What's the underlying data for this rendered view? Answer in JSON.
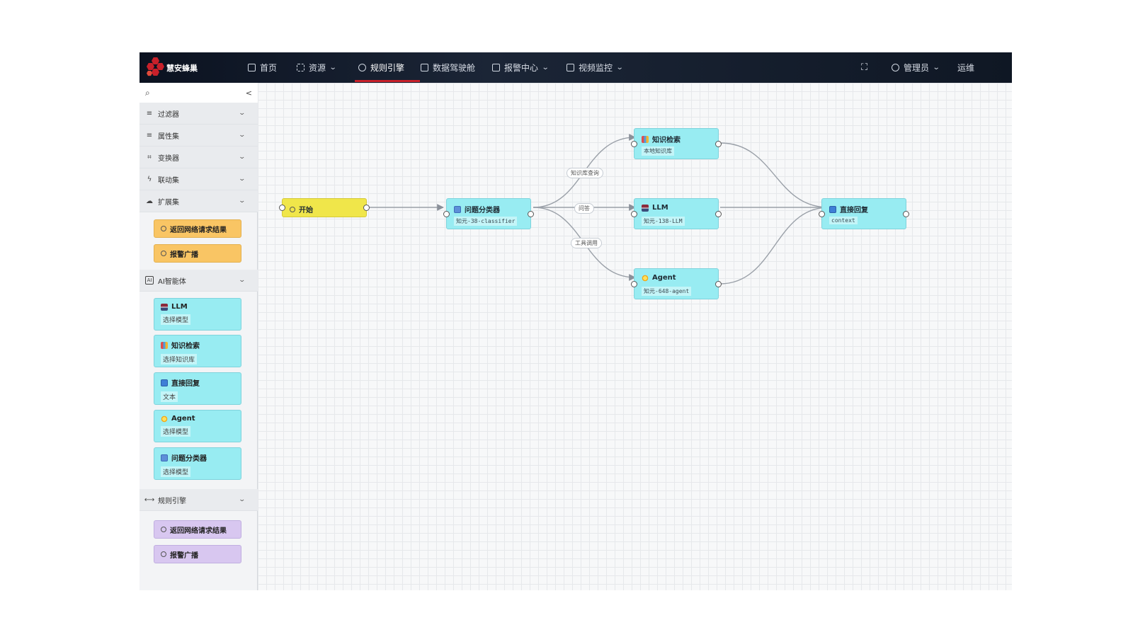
{
  "app": {
    "logo_text": "慧安蜂巢"
  },
  "nav": {
    "home": "首页",
    "resources": "资源",
    "rules": "规则引擎",
    "dashboard": "数据驾驶舱",
    "alarm": "报警中心",
    "video": "视频监控",
    "admin": "管理员",
    "ops": "运维",
    "active": "规则引擎",
    "accent_color": "#c8202a"
  },
  "sidebar": {
    "collapse_glyph": "<",
    "categories": [
      {
        "label": "过滤器",
        "icon": "filter-icon"
      },
      {
        "label": "属性集",
        "icon": "attributes-icon"
      },
      {
        "label": "变换器",
        "icon": "transform-icon"
      },
      {
        "label": "联动集",
        "icon": "lightning-icon"
      },
      {
        "label": "扩展集",
        "icon": "cloud-upload-icon"
      },
      {
        "label": "AI智能体",
        "icon": "ai-icon"
      },
      {
        "label": "规则引擎",
        "icon": "code-arrows-icon"
      }
    ],
    "extension_items": [
      "返回网络请求结果",
      "报警广播"
    ],
    "ai_items": [
      {
        "title": "LLM",
        "sub": "选择模型",
        "icon": "llm-icon"
      },
      {
        "title": "知识检索",
        "sub": "选择知识库",
        "icon": "books-icon"
      },
      {
        "title": "直接回复",
        "sub": "文本",
        "icon": "reply-icon"
      },
      {
        "title": "Agent",
        "sub": "选择模型",
        "icon": "agent-icon"
      },
      {
        "title": "问题分类器",
        "sub": "选择模型",
        "icon": "classifier-icon"
      }
    ],
    "rule_items": [
      "返回网络请求结果",
      "报警广播"
    ]
  },
  "flow": {
    "nodes": {
      "start": {
        "title": "开始"
      },
      "classifier": {
        "title": "问题分类器",
        "sub": "知元-38-classifier"
      },
      "knowledge": {
        "title": "知识检索",
        "sub": "本地知识库"
      },
      "llm": {
        "title": "LLM",
        "sub": "知元-138-LLM"
      },
      "agent": {
        "title": "Agent",
        "sub": "知元-648-agent"
      },
      "reply": {
        "title": "直接回复",
        "sub": "context"
      }
    },
    "edge_labels": {
      "to_knowledge": "知识库查询",
      "to_llm": "问答",
      "to_agent": "工具调用"
    }
  }
}
